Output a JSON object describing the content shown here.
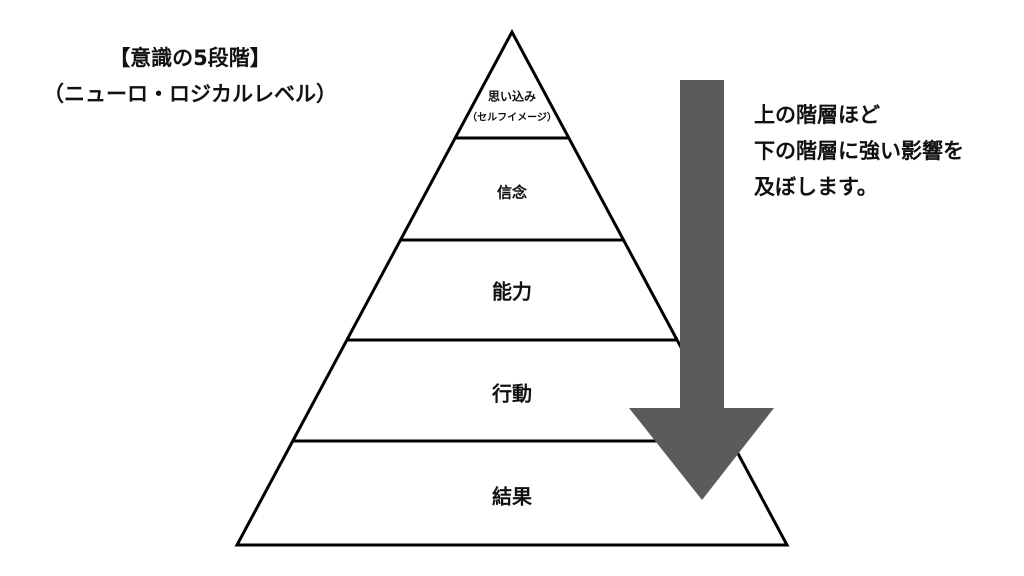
{
  "title": {
    "line1": "【意識の5段階】",
    "line2": "（ニューロ・ロジカルレベル）"
  },
  "levels": [
    {
      "label": "思い込み",
      "sub": "（セルフイメージ）"
    },
    {
      "label": "信念"
    },
    {
      "label": "能力"
    },
    {
      "label": "行動"
    },
    {
      "label": "結果"
    }
  ],
  "note": {
    "line1": "上の階層ほど",
    "line2": "下の階層に強い影響を",
    "line3": "及ぼします。"
  },
  "colors": {
    "arrow": "#5b5b5b",
    "line": "#000000"
  }
}
